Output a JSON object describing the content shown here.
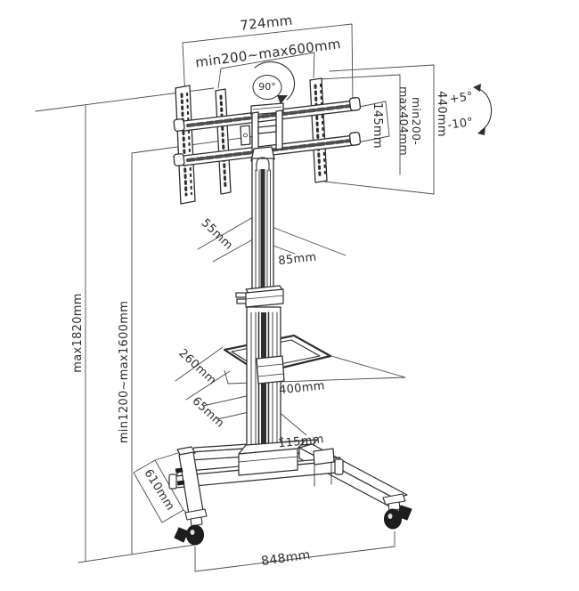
{
  "diagram": {
    "type": "product dimension line drawing",
    "subject": "Mobile TV floor stand trolley with VESA mount bracket, media shelf and locking casters",
    "background_color": "#ffffff",
    "line_color": "#2f2f2f",
    "labels": {
      "top_width": "724mm",
      "vesa_width_range": "min200~max600mm",
      "swivel_angle": "90°",
      "bracket_spacing": "145mm",
      "vesa_height_line1": "min200-",
      "vesa_height_line2": "max404mm",
      "bracket_height": "440mm",
      "tilt_up": "+5°",
      "tilt_down": "-10°",
      "upper_column_depth": "55mm",
      "upper_column_width": "85mm",
      "overall_max_height": "max1820mm",
      "screen_height_range": "min1200~max1600mm",
      "shelf_depth": "260mm",
      "shelf_width": "400mm",
      "lower_column_depth": "65mm",
      "lower_column_width": "115mm",
      "base_depth": "610mm",
      "base_width": "848mm"
    }
  }
}
